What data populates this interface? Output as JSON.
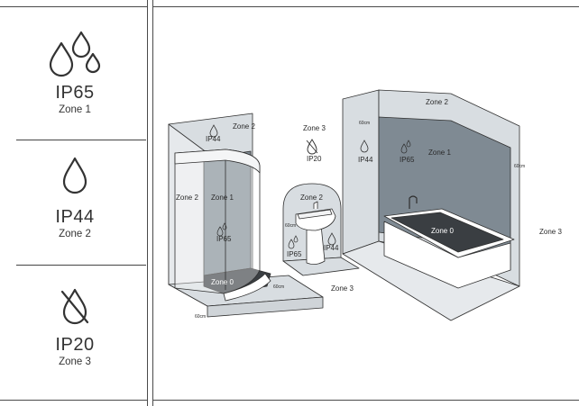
{
  "legend": [
    {
      "code": "IP65",
      "zone": "Zone 1",
      "icon": "three-drops-icon"
    },
    {
      "code": "IP44",
      "zone": "Zone 2",
      "icon": "single-drop-icon"
    },
    {
      "code": "IP20",
      "zone": "Zone 3",
      "icon": "crossed-drop-icon"
    }
  ],
  "shower": {
    "ip44": "IP44",
    "zone2_top": "Zone 2",
    "zone2_left": "Zone 2",
    "zone1": "Zone 1",
    "ip65": "IP65",
    "zone0": "Zone 0",
    "measure_floor": "60cm",
    "measure_front": "60cm"
  },
  "middle": {
    "zone3": "Zone 3",
    "ip20": "IP20",
    "zone3_floor": "Zone 3"
  },
  "basin": {
    "zone2": "Zone 2",
    "measure": "60cm",
    "ip65": "IP65",
    "ip44": "IP44"
  },
  "bath": {
    "zone2_top": "Zone 2",
    "measure_top": "60cm",
    "measure_right": "60cm",
    "ip44": "IP44",
    "ip65": "IP65",
    "zone1": "Zone 1",
    "zone0": "Zone 0",
    "zone3_right": "Zone 3"
  },
  "colors": {
    "zone0": "#3a3e42",
    "zone1": "#7f8a93",
    "zone2": "#d8dde1",
    "outline": "#2f2f2f"
  }
}
